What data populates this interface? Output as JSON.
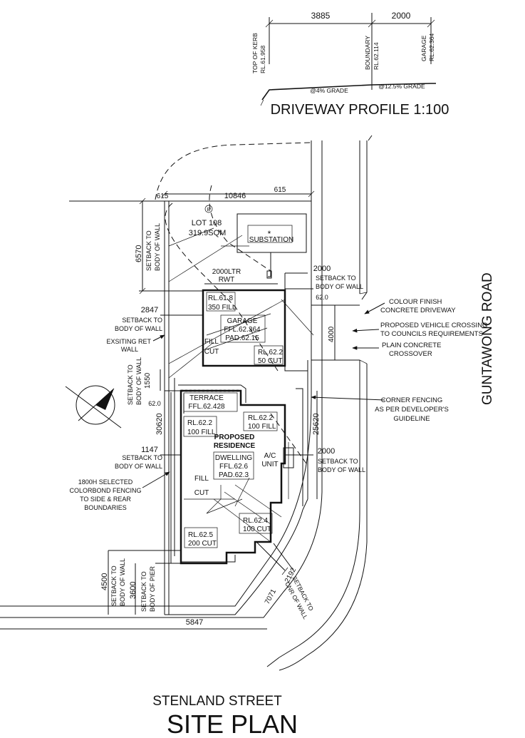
{
  "profile": {
    "title": "DRIVEWAY PROFILE 1:100",
    "dims": [
      "3885",
      "2000"
    ],
    "top_of_kerb": [
      "TOP OF KERB",
      "RL.61.958"
    ],
    "boundary": [
      "BOUNDARY",
      "RL.62.114"
    ],
    "garage": [
      "GARAGE",
      "RL.62.364"
    ],
    "grade1": "@4% GRADE",
    "grade2": "@12.5% GRADE"
  },
  "site": {
    "title": "SITE PLAN",
    "street": "STENLAND STREET",
    "road": "GUNTAWONG ROAD"
  },
  "lot": {
    "marker": "B",
    "name": "LOT 108",
    "area": "319.9SQM",
    "substation": "SUBSTATION",
    "rwt": [
      "2000LTR",
      "RWT"
    ],
    "garage": [
      "GARAGE",
      "FFL.62.364",
      "PAD.62.15"
    ],
    "terrace": [
      "TERRACE",
      "FFL.62.428"
    ],
    "residence": [
      "PROPOSED",
      "RESIDENCE"
    ],
    "dwelling": [
      "DWELLING",
      "FFL.62.6",
      "PAD.62.3"
    ],
    "ac": [
      "A/C",
      "UNIT"
    ],
    "fill": "FILL",
    "cut": "CUT",
    "star": "*"
  },
  "rl_boxes": [
    [
      "RL.61.8",
      "350 FILL"
    ],
    [
      "RL.62.2",
      "50 CUT"
    ],
    [
      "RL.62.2",
      "100 FILL"
    ],
    [
      "RL.62.2",
      "100 FILL"
    ],
    [
      "RL.62.4",
      "100 CUT"
    ],
    [
      "RL.62.5",
      "200 CUT"
    ]
  ],
  "dimensions": {
    "d615a": "615",
    "d10846": "10846",
    "d615b": "615",
    "d6570": "6570",
    "d2000a": "2000",
    "d2847": "2847",
    "d620a": "62.0",
    "d4000": "4000",
    "d1550": "1550",
    "d620b": "62.0",
    "d30620": "30620",
    "d25620": "25620",
    "d1147": "1147",
    "d2000b": "2000",
    "d4500": "4500",
    "d3600": "3600",
    "d7071": "7071",
    "d2192": "2192",
    "d5847": "5847"
  },
  "setbacks": {
    "sb_6570": [
      "SETBACK TO",
      "BODY OF WALL"
    ],
    "sb_2000a": [
      "SETBACK TO",
      "BODY OF WALL"
    ],
    "sb_2847": [
      "SETBACK TO",
      "BODY OF WALL"
    ],
    "sb_1550": [
      "SETBACK TO",
      "BODY OF WALL"
    ],
    "sb_1147": [
      "SETBACK TO",
      "BODY OF WALL"
    ],
    "sb_2000b": [
      "SETBACK TO",
      "BODY OF WALL"
    ],
    "sb_4500": [
      "SETBACK TO",
      "BODY OF WALL"
    ],
    "sb_3600": [
      "SETBACK TO",
      "BODY OF PIER"
    ],
    "sb_corner": [
      "SETBACK TO",
      "CNR OF WALL"
    ]
  },
  "notes": {
    "ret_wall": [
      "EXSITING RET",
      "WALL"
    ],
    "colour_finish": [
      "COLOUR FINISH",
      "CONCRETE DRIVEWAY"
    ],
    "vehicle_crossing": [
      "PROPOSED VEHICLE CROSSING",
      "TO COUNCILS REQUIREMENTS"
    ],
    "plain_concrete": [
      "PLAIN CONCRETE",
      "CROSSOVER"
    ],
    "corner_fencing": [
      "CORNER FENCING",
      "AS PER DEVELOPER'S",
      "GUIDELINE"
    ],
    "colorbond": [
      "1800H SELECTED",
      "COLORBOND FENCING",
      "TO SIDE & REAR",
      "BOUNDARIES"
    ]
  },
  "icons": {
    "north": "north-arrow-icon"
  }
}
